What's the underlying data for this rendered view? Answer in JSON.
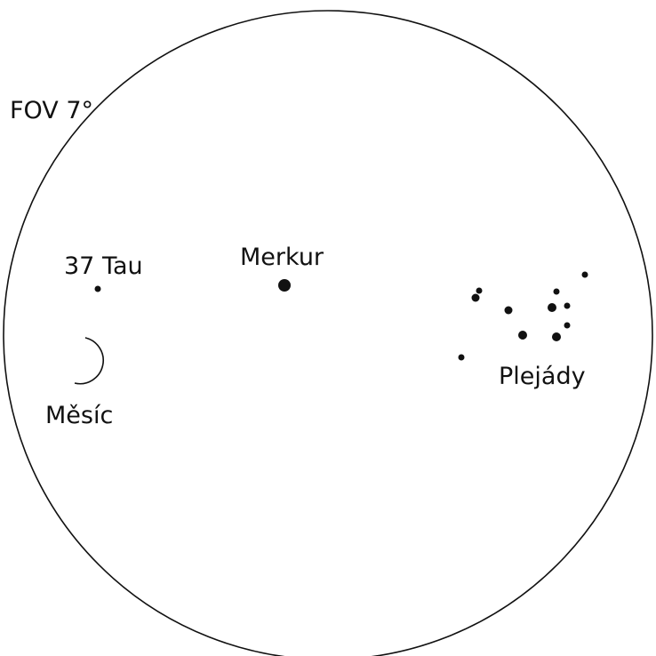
{
  "fov_label": "FOV 7°",
  "objects": {
    "star_37tau": {
      "label": "37 Tau"
    },
    "mercury": {
      "label": "Merkur"
    },
    "moon": {
      "label": "Měsíc"
    },
    "pleiades": {
      "label": "Plejády"
    }
  },
  "colors": {
    "ink": "#111111",
    "background": "#ffffff"
  }
}
